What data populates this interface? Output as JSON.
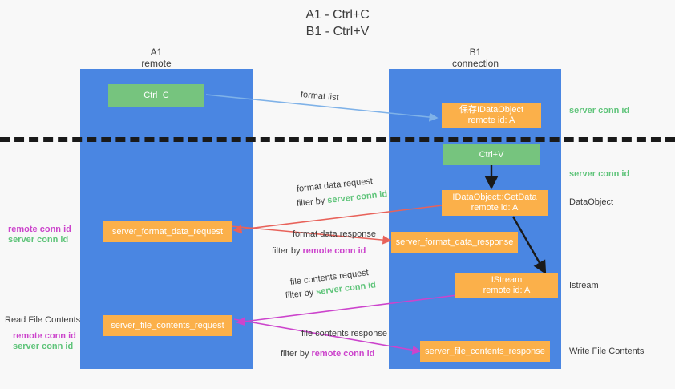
{
  "title": {
    "line1": "A1 - Ctrl+C",
    "line2": "B1 - Ctrl+V"
  },
  "lanes": [
    {
      "name": "A1",
      "sub": "remote"
    },
    {
      "name": "B1",
      "sub": "connection"
    }
  ],
  "boxes": {
    "ctrl_c": "Ctrl+C",
    "save_idataobject_l1": "保存IDataObject",
    "save_idataobject_l2": "remote id: A",
    "ctrl_v": "Ctrl+V",
    "getdata_l1": "IDataObject::GetData",
    "getdata_l2": "remote id: A",
    "server_format_data_request": "server_format_data_request",
    "server_format_data_response": "server_format_data_response",
    "istream_l1": "IStream",
    "istream_l2": "remote id: A",
    "server_file_contents_request": "server_file_contents_request",
    "server_file_contents_response": "server_file_contents_response"
  },
  "right_labels": {
    "server_conn_id_1": "server conn id",
    "server_conn_id_2": "server conn id",
    "dataobject": "DataObject",
    "istream": "Istream",
    "write_file_contents": "Write File Contents"
  },
  "left_labels": {
    "remote_conn_id_1": "remote conn id",
    "server_conn_id_1": "server conn id",
    "read_file_contents": "Read File Contents",
    "remote_conn_id_2": "remote conn id",
    "server_conn_id_2": "server conn id"
  },
  "arrow_labels": {
    "format_list": "format list",
    "format_data_request": "format data request",
    "format_data_request_filter_prefix": "filter by ",
    "format_data_request_filter_key": "server conn id",
    "format_data_response": "format data response",
    "format_data_response_filter_prefix": "filter by ",
    "format_data_response_filter_key": "remote conn id",
    "file_contents_request": "file contents request",
    "file_contents_request_filter_prefix": "filter by ",
    "file_contents_request_filter_key": "server conn id",
    "file_contents_response": "file contents response",
    "file_contents_response_filter_prefix": "filter by ",
    "file_contents_response_filter_key": "remote conn id"
  },
  "colors": {
    "lane": "#4a86e2",
    "orange": "#fbb04a",
    "green_box": "#76c47e",
    "green_text": "#5fc47a",
    "magenta_text": "#cc44cc",
    "arrow_blue": "#7fb2e8",
    "arrow_red": "#e8625a",
    "arrow_magenta": "#cc44cc",
    "arrow_black": "#1a1a1a",
    "divider": "#1a1a1a",
    "background": "#f8f8f8"
  }
}
